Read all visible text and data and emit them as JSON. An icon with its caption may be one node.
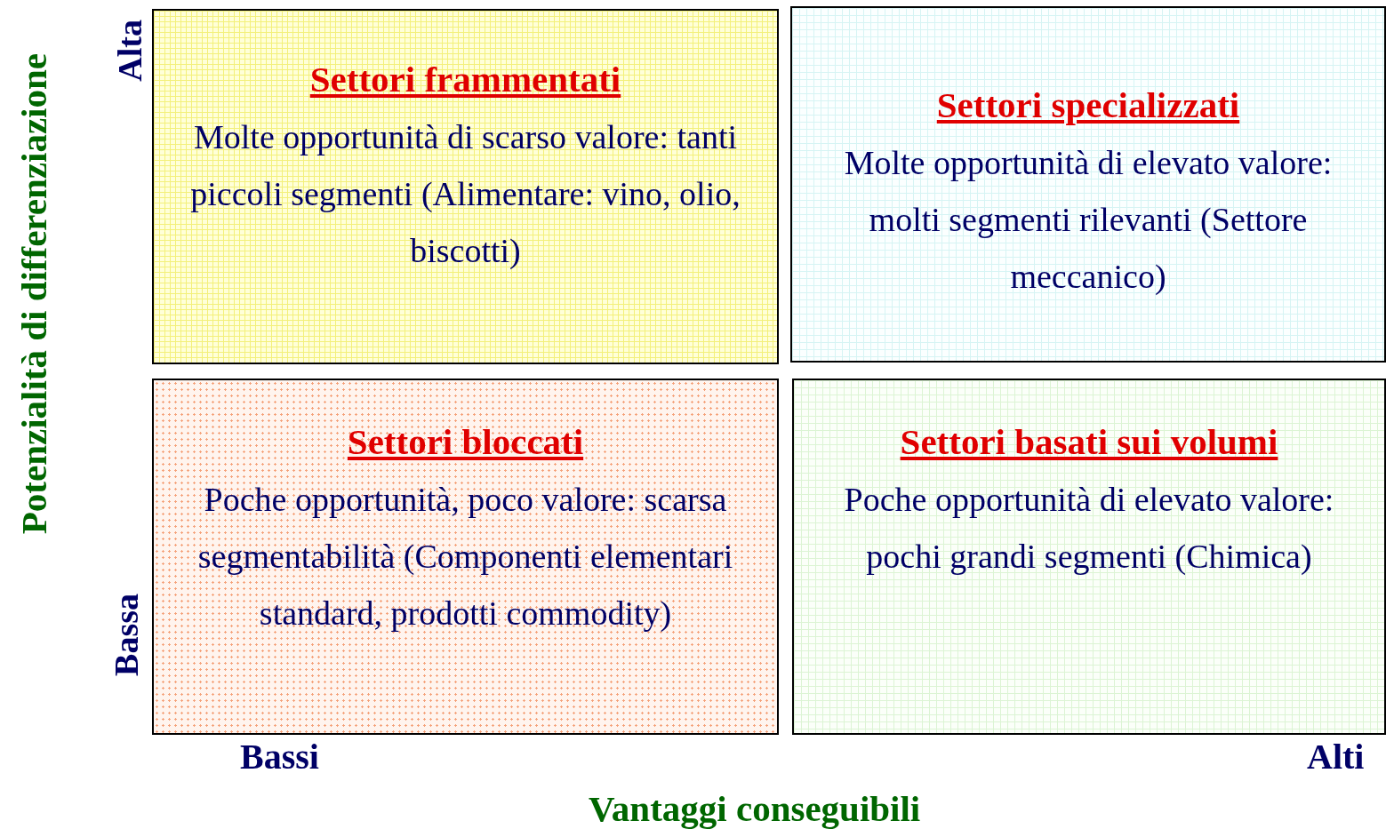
{
  "diagram": {
    "nodes": [
      {
        "text": [
          "Settori frammentati",
          "Molte opportunità di scarso valore: tanti piccoli segmenti (Alimentare: vino, olio, biscotti)"
        ]
      },
      {
        "text": [
          "Settori specializzati",
          "Molte opportunità di elevato valore: molti segmenti rilevanti (Settore meccanico)"
        ]
      },
      {
        "text": [
          "Settori bloccati",
          "Poche opportunità, poco valore: scarsa segmentabilità (Componenti elementari standard, prodotti commodity)"
        ]
      },
      {
        "text": [
          "Settori basati sui volumi",
          "Poche opportunità di elevato valore: pochi grandi segmenti (Chimica)"
        ]
      }
    ],
    "edges": [],
    "labels": [
      "Potenzialità di differenziazione",
      "Alta",
      "Bassa",
      "Bassi",
      "Alti",
      "Vantaggi conseguibili"
    ]
  }
}
